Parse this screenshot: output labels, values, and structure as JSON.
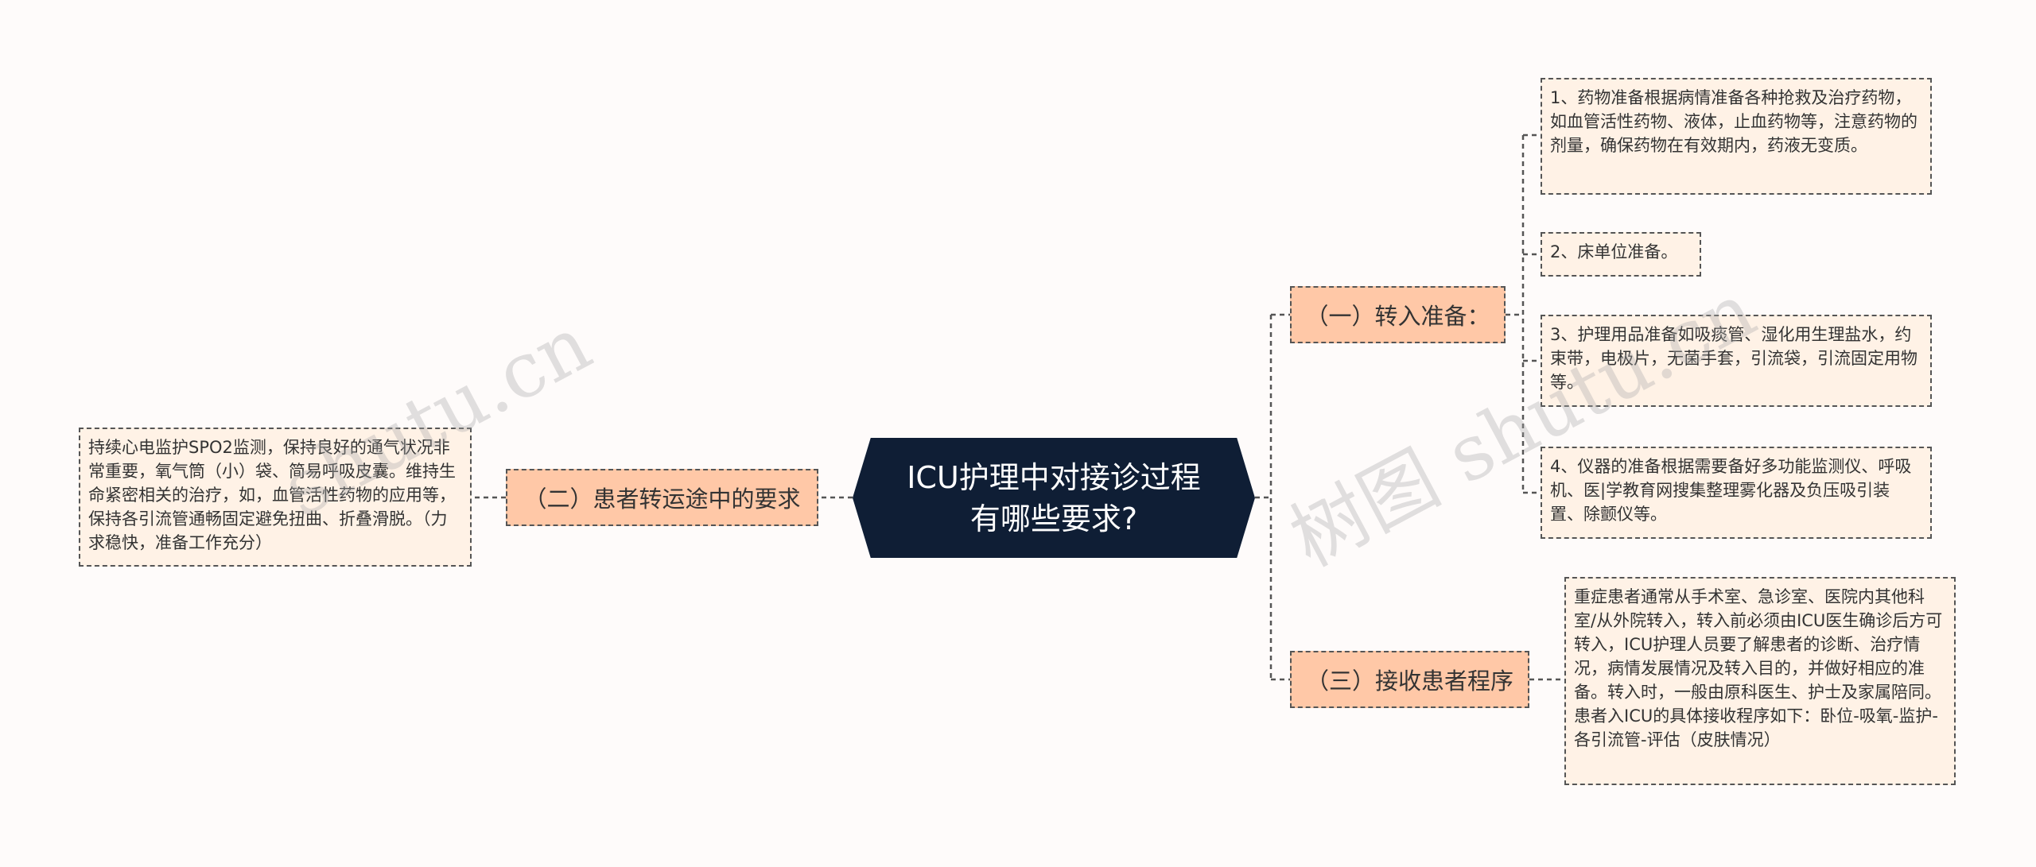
{
  "root": {
    "title": "ICU护理中对接诊过程有哪些要求?"
  },
  "branches": {
    "b1": {
      "label": "（一）转入准备："
    },
    "b2": {
      "label": "（二）患者转运途中的要求"
    },
    "b3": {
      "label": "（三）接收患者程序"
    }
  },
  "leaves": {
    "l1": {
      "text": "1、药物准备根据病情准备各种抢救及治疗药物，如血管活性药物、液体，止血药物等，注意药物的剂量，确保药物在有效期内，药液无变质。"
    },
    "l2": {
      "text": "2、床单位准备。"
    },
    "l3": {
      "text": "3、护理用品准备如吸痰管、湿化用生理盐水，约束带，电极片，无菌手套，引流袋，引流固定用物等。"
    },
    "l4": {
      "text": "4、仪器的准备根据需要备好多功能监测仪、呼吸机、医|学教育网搜集整理雾化器及负压吸引装置、除颤仪等。"
    },
    "l5": {
      "text": "重症患者通常从手术室、急诊室、医院内其他科室/从外院转入，转入前必须由ICU医生确诊后方可转入，ICU护理人员要了解患者的诊断、治疗情况，病情发展情况及转入目的，并做好相应的准备。转入时，一般由原科医生、护士及家属陪同。患者入ICU的具体接收程序如下：卧位-吸氧-监护-各引流管-评估（皮肤情况）"
    },
    "l6": {
      "text": "持续心电监护SPO2监测，保持良好的通气状况非常重要，氧气筒（小）袋、简易呼吸皮囊。维持生命紧密相关的治疗，如，血管活性药物的应用等，保持各引流管通畅固定避免扭曲、折叠滑脱。（力求稳快，准备工作充分）"
    }
  },
  "watermarks": {
    "w1": "shutu.cn",
    "w2": "树图 shutu.cn"
  },
  "colors": {
    "root_fill": "#0f1e35",
    "branch_fill": "#ffc8a7",
    "leaf_fill": "#fff2e6",
    "connector": "#555555",
    "background": "#fefbfa"
  }
}
